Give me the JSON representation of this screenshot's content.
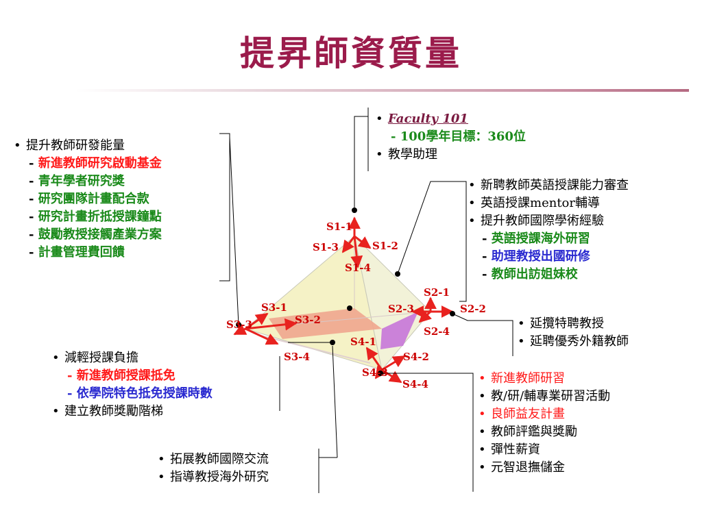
{
  "title": "提昇師資質量",
  "colors": {
    "title": "#9b1b4b",
    "arrow": "#e8221f",
    "label": "#cc0000",
    "red_text": "#ff1a1a",
    "green_text": "#1a8a1a",
    "blue_text": "#2a2ad0",
    "face_left": "#f5f2c6",
    "face_right": "#f2f2d8",
    "face_bottom_left": "#f0a68e",
    "face_bottom_right": "#c676d9"
  },
  "left_block": {
    "heading": "提升教師研發能量",
    "items": [
      "新進教師研究啟動基金",
      "青年學者研究獎",
      "研究團隊計畫配合款",
      "研究計畫折抵授課鐘點",
      "鼓勵教授接觸產業方案",
      "計畫管理費回饋"
    ]
  },
  "top_block": {
    "item1": "Faculty 101",
    "item1_sub": "100學年目標：360位",
    "item2": "教學助理"
  },
  "right_top_block": {
    "item1": "新聘教師英語授課能力審查",
    "item2": "英語授課mentor輔導",
    "item3": "提升教師國際學術經驗",
    "sub1": "英語授課海外研習",
    "sub2": "助理教授出國研修",
    "sub3": "教師出訪姐妹校"
  },
  "right_mid_block": {
    "items": [
      "延攬特聘教授",
      "延聘優秀外籍教師"
    ]
  },
  "left_bottom_block": {
    "item1": "減輕授課負擔",
    "sub1": "新進教師授課抵免",
    "sub2": "依學院特色抵免授課時數",
    "item2": "建立教師獎勵階梯"
  },
  "bottom_center_block": {
    "items": [
      "拓展教師國際交流",
      "指導教授海外研究"
    ]
  },
  "bottom_right_block": {
    "items": [
      "新進教師研習",
      "教/研/輔專業研習活動",
      "良師益友計畫",
      "教師評鑑與獎勵",
      "彈性薪資",
      "元智退撫儲金"
    ]
  },
  "strategy_labels": {
    "s1_1": "S1-1",
    "s1_2": "S1-2",
    "s1_3": "S1-3",
    "s1_4": "S1-4",
    "s2_1": "S2-1",
    "s2_2": "S2-2",
    "s2_3": "S2-3",
    "s2_4": "S2-4",
    "s3_1": "S3-1",
    "s3_2": "S3-2",
    "s3_3": "S3-3",
    "s3_4": "S3-4",
    "s4_1": "S4-1",
    "s4_2": "S4-2",
    "s4_3": "S4-3",
    "s4_4": "S4-4"
  }
}
